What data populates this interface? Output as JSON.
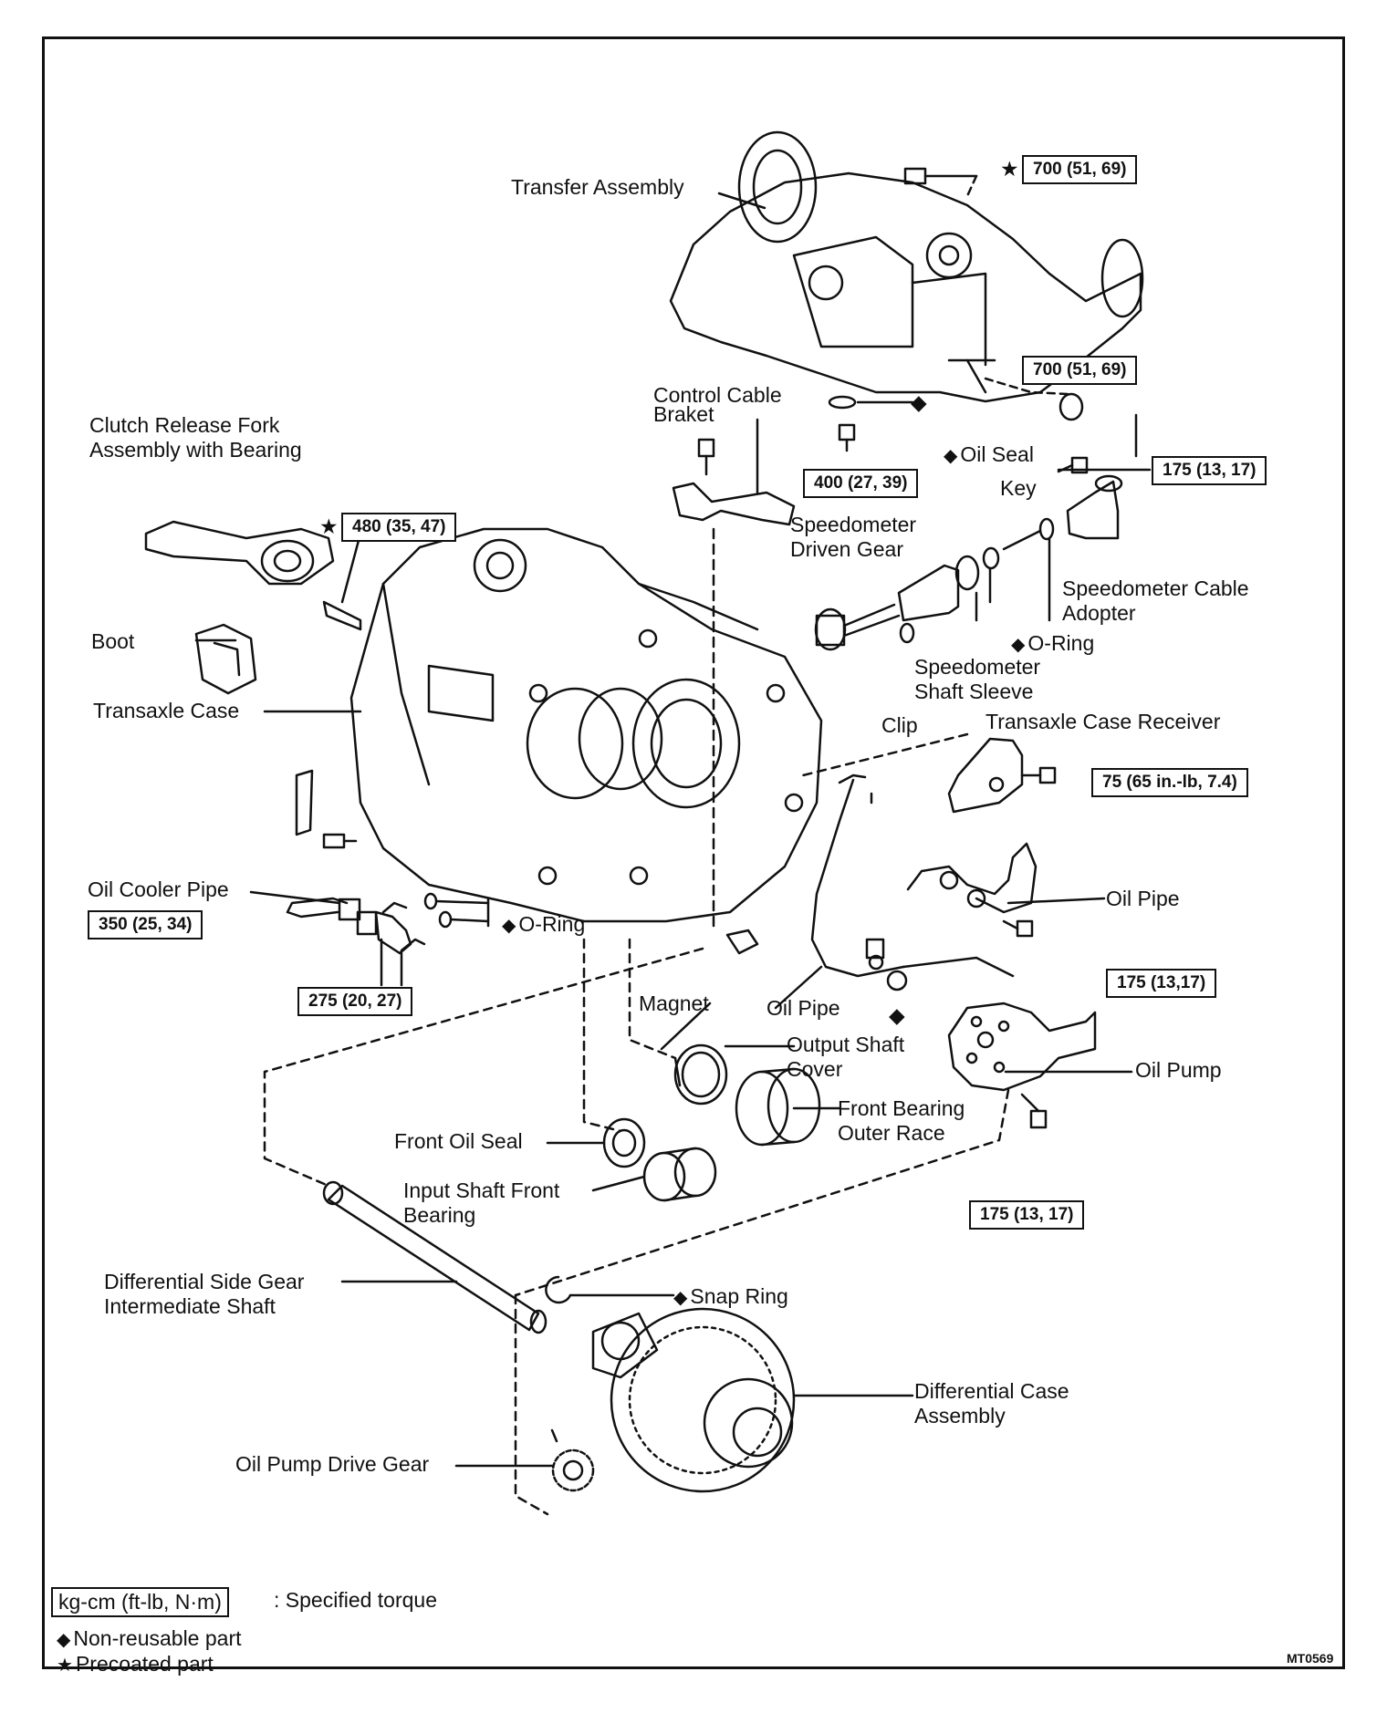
{
  "parts": {
    "transfer_assembly": "Transfer Assembly",
    "control_cable_braket": [
      "Control Cable",
      "Braket"
    ],
    "clutch_release_fork": [
      "Clutch Release Fork",
      "Assembly with Bearing"
    ],
    "oil_seal": "Oil Seal",
    "key": "Key",
    "speedometer_driven_gear": [
      "Speedometer",
      "Driven Gear"
    ],
    "speedometer_cable_adopter": [
      "Speedometer Cable",
      "Adopter"
    ],
    "o_ring_upper": "O-Ring",
    "boot": "Boot",
    "speedometer_shaft_sleeve": [
      "Speedometer",
      "Shaft Sleeve"
    ],
    "transaxle_case": "Transaxle Case",
    "clip": "Clip",
    "transaxle_case_receiver": "Transaxle Case Receiver",
    "oil_cooler_pipe": "Oil Cooler Pipe",
    "oil_pipe_right": "Oil Pipe",
    "o_ring_lower": "O-Ring",
    "magnet": "Magnet",
    "oil_pipe_center": "Oil Pipe",
    "output_shaft_cover": [
      "Output Shaft",
      "Cover"
    ],
    "oil_pump": "Oil Pump",
    "front_bearing_outer_race": [
      "Front Bearing",
      "Outer Race"
    ],
    "front_oil_seal": "Front Oil Seal",
    "input_shaft_front_bearing": [
      "Input Shaft Front",
      "Bearing"
    ],
    "differential_side_gear_shaft": [
      "Differential Side Gear",
      "Intermediate Shaft"
    ],
    "snap_ring": "Snap Ring",
    "differential_case_assembly": [
      "Differential Case",
      "Assembly"
    ],
    "oil_pump_drive_gear": "Oil Pump Drive Gear"
  },
  "torques": {
    "t700_top": "700 (51, 69)",
    "t700_mid": "700 (51, 69)",
    "t400": "400 (27, 39)",
    "t175_speedo": "175 (13, 17)",
    "t480": "480 (35, 47)",
    "t75": "75 (65 in.-lb, 7.4)",
    "t350": "350 (25, 34)",
    "t275": "275 (20, 27)",
    "t175_pipe": "175 (13,17)",
    "t175_pump": "175 (13, 17)"
  },
  "marks": {
    "non_reusable": "◆",
    "precoated": "★"
  },
  "legend": {
    "torque_unit": "kg-cm (ft-lb, N·m)",
    "torque_desc": ": Specified torque",
    "non_reusable": "Non-reusable part",
    "precoated": "Precoated part"
  },
  "figure_code": "MT0569"
}
